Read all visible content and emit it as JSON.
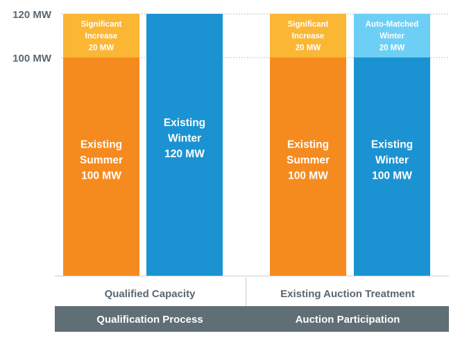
{
  "chart_data": {
    "type": "bar",
    "stacked": true,
    "y_ticks": [
      {
        "value": 120,
        "label": "120 MW"
      },
      {
        "value": 100,
        "label": "100 MW"
      }
    ],
    "ylim": [
      0,
      120
    ],
    "bars": [
      {
        "id": "qual-summer",
        "segments": [
          {
            "value": 100,
            "color": "#f58b1f",
            "lines": [
              "Existing",
              "Summer",
              "100 MW"
            ]
          },
          {
            "value": 20,
            "color": "#fbb634",
            "lines": [
              "Significant",
              "Increase",
              "20 MW"
            ]
          }
        ]
      },
      {
        "id": "qual-winter",
        "segments": [
          {
            "value": 120,
            "color": "#1b93d2",
            "lines": [
              "Existing",
              "Winter",
              "120 MW"
            ]
          }
        ]
      },
      {
        "id": "auction-summer",
        "segments": [
          {
            "value": 100,
            "color": "#f58b1f",
            "lines": [
              "Existing",
              "Summer",
              "100 MW"
            ]
          },
          {
            "value": 20,
            "color": "#fbb634",
            "lines": [
              "Significant",
              "Increase",
              "20 MW"
            ]
          }
        ]
      },
      {
        "id": "auction-winter",
        "segments": [
          {
            "value": 100,
            "color": "#1b93d2",
            "lines": [
              "Existing",
              "Winter",
              "100 MW"
            ]
          },
          {
            "value": 20,
            "color": "#6dcff6",
            "lines": [
              "Auto-Matched",
              "Winter",
              "20 MW"
            ]
          }
        ]
      }
    ],
    "groups": [
      {
        "label": "Qualified Capacity",
        "footer": "Qualification Process"
      },
      {
        "label": "Existing Auction Treatment",
        "footer": "Auction Participation"
      }
    ],
    "colors": {
      "axis_text": "#5b6770",
      "footer_bg": "#606e75",
      "footer_text": "#ffffff",
      "group_label_text": "#5b6770",
      "segment_text": "#ffffff"
    }
  }
}
